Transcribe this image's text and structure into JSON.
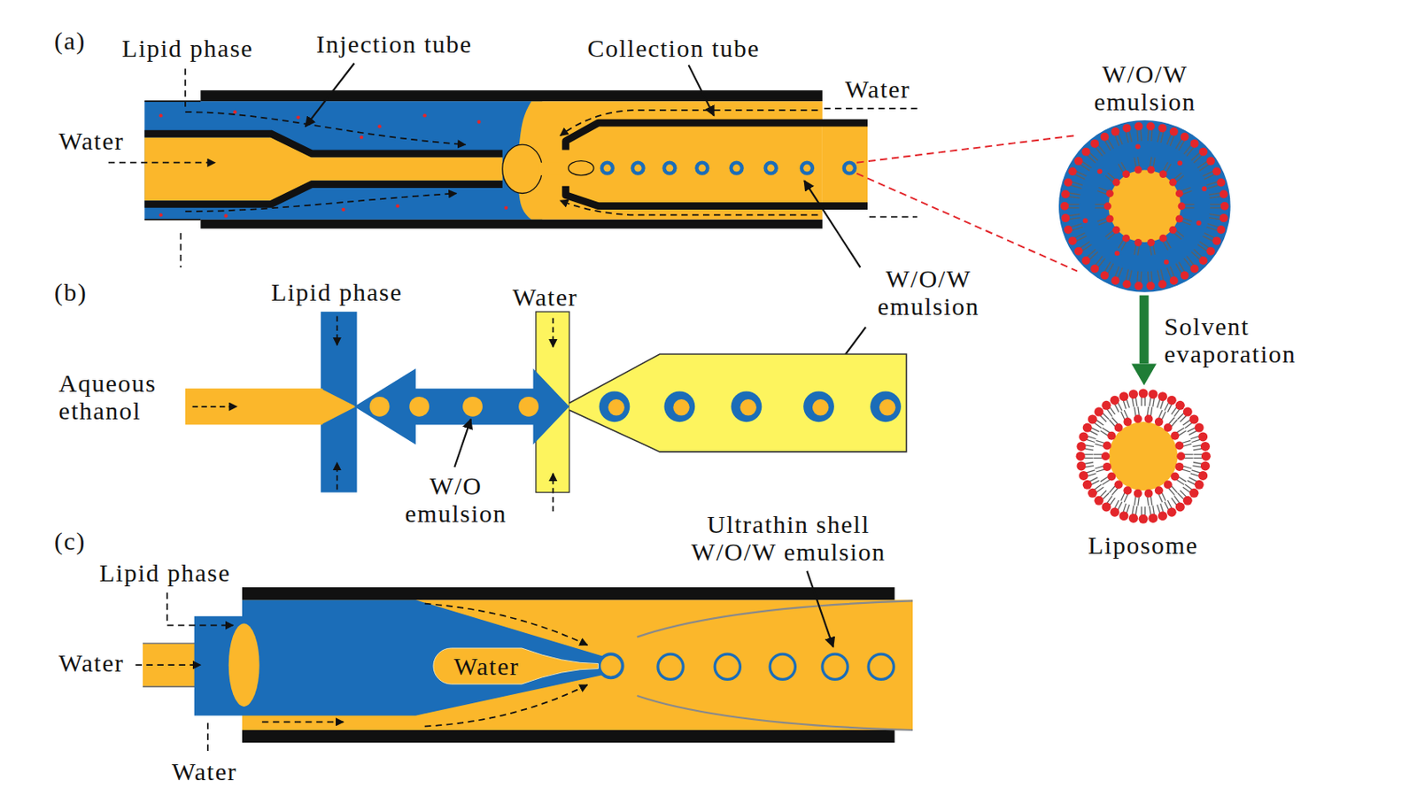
{
  "diagram": {
    "nodes": [
      {
        "text": [
          "W/O/W emulsion"
        ]
      },
      {
        "text": [
          "Liposome"
        ]
      },
      {
        "text": [
          "Water"
        ]
      }
    ],
    "edges": [
      {
        "from": 0,
        "to": 1,
        "arrow": "to",
        "label": "Solvent evaporation"
      }
    ],
    "labels": [
      "(a)",
      "Lipid phase",
      "Injection tube",
      "Collection tube",
      "Water",
      "Water",
      "W/O/W emulsion",
      "(b)",
      "Lipid phase",
      "Water",
      "Aqueous ethanol",
      "W/O emulsion",
      "(c)",
      "Lipid phase",
      "Water",
      "Water",
      "Ultrathin shell W/O/W emulsion"
    ]
  }
}
